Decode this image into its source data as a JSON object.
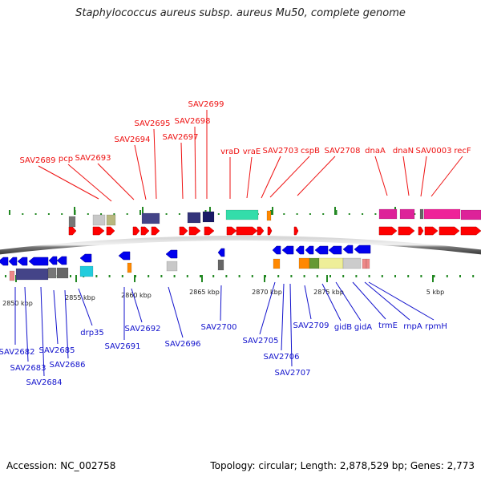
{
  "title": "Staphylococcus aureus subsp. aureus Mu50, complete genome",
  "footer": {
    "accession": "Accession: NC_002758",
    "topology": "Topology: circular; Length: 2,878,529 bp; Genes: 2,773"
  },
  "colors": {
    "forward_label": "#ee1111",
    "reverse_label": "#1111cc",
    "forward_arrow": "#ff0000",
    "reverse_arrow": "#0000ee",
    "tick": "#228822",
    "backbone": "#888888"
  },
  "scale_labels": [
    "2850 kbp",
    "2855 kbp",
    "2860 kbp",
    "2865 kbp",
    "2870 kbp",
    "2875 kbp",
    "5 kbp"
  ],
  "forward_labels": [
    "SAV2689",
    "pcp",
    "SAV2693",
    "SAV2694",
    "SAV2695",
    "SAV2697",
    "SAV2698",
    "SAV2699",
    "vraD",
    "vraE",
    "SAV2703",
    "cspB",
    "SAV2708",
    "dnaA",
    "dnaN",
    "SAV0003",
    "recF"
  ],
  "reverse_labels": [
    "SAV2682",
    "SAV2683",
    "SAV2684",
    "SAV2685",
    "SAV2686",
    "drp35",
    "SAV2691",
    "SAV2692",
    "SAV2696",
    "SAV2700",
    "SAV2705",
    "SAV2706",
    "SAV2707",
    "SAV2709",
    "gidB",
    "gidA",
    "trmE",
    "rnpA",
    "rpmH"
  ]
}
